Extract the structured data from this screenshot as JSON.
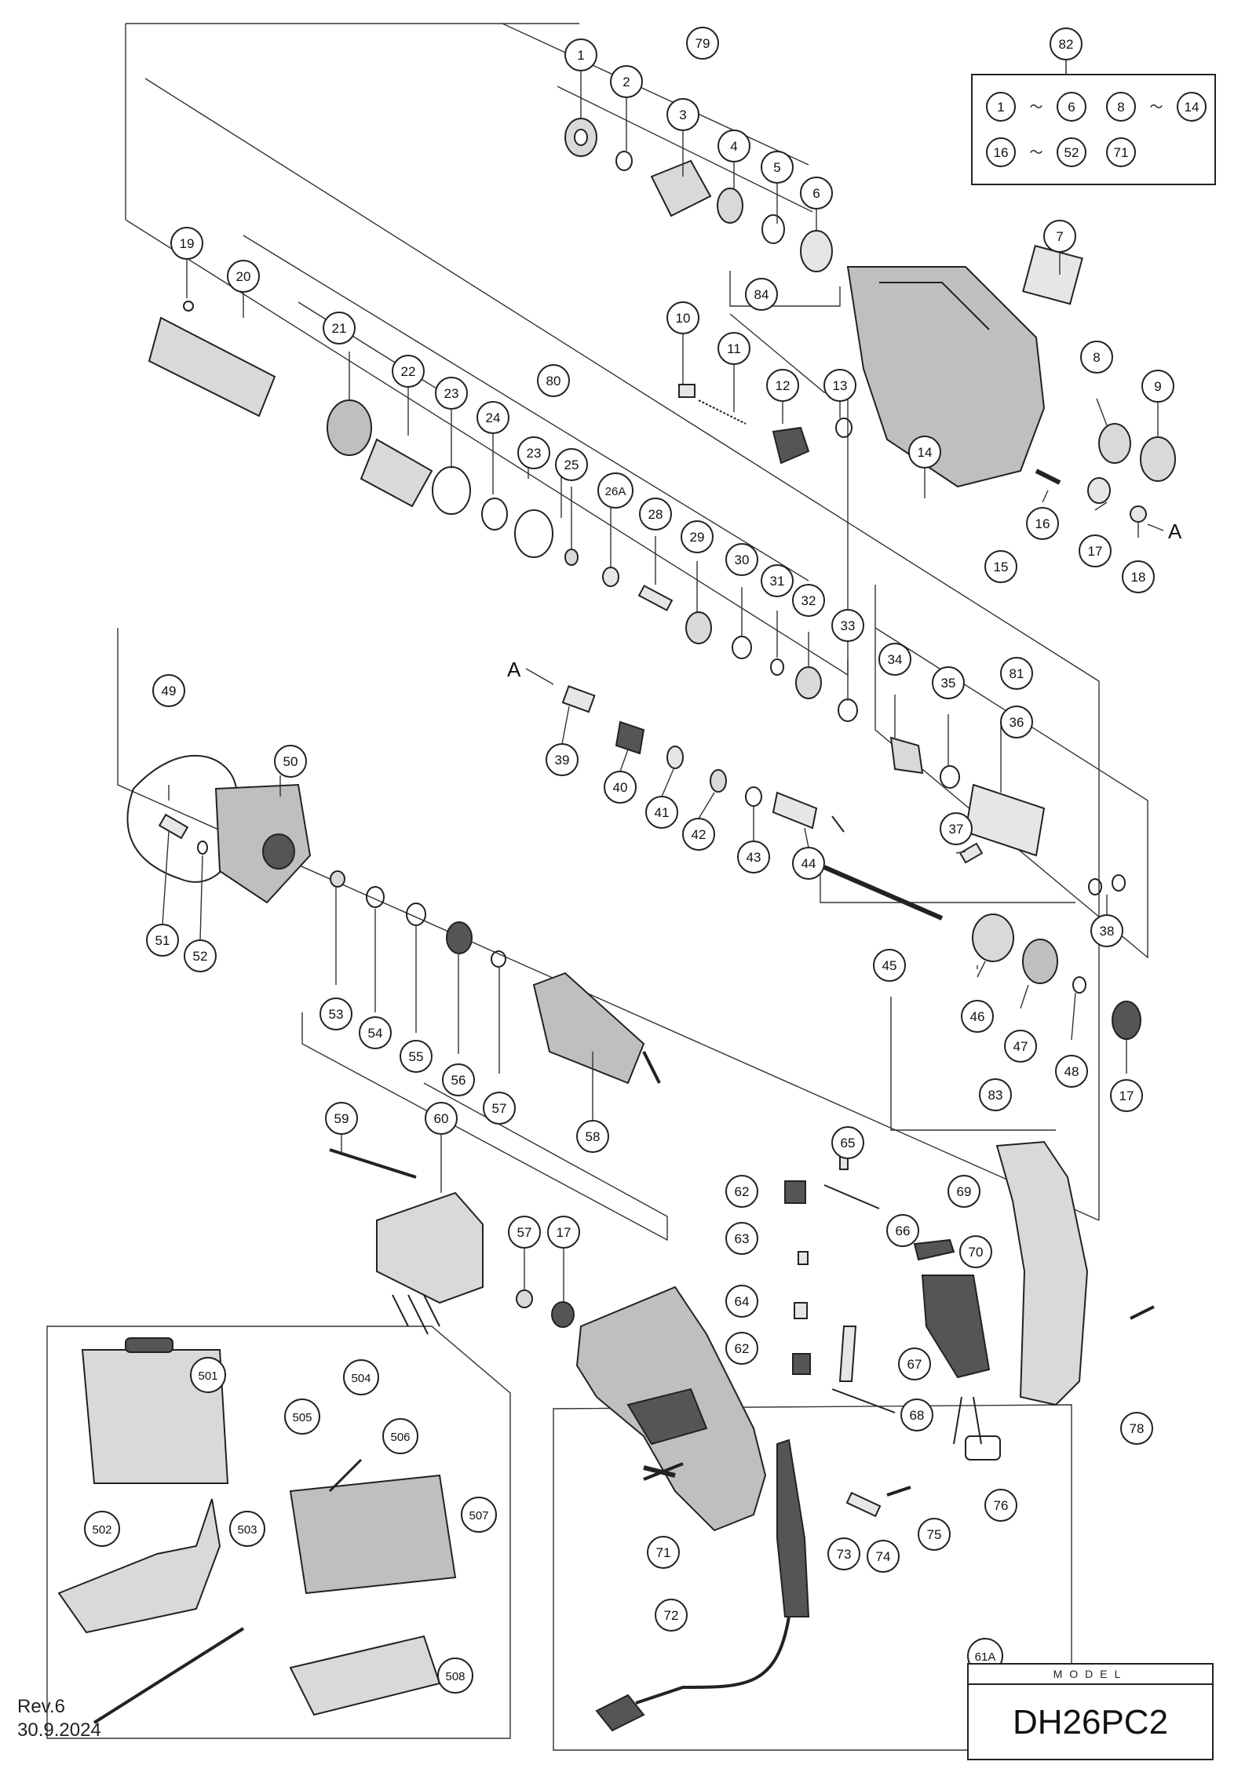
{
  "revision": "Rev.6",
  "date": "30.9.2024",
  "model": {
    "caption": "MODEL",
    "name": "DH26PC2"
  },
  "kit_note": {
    "r1a": "1",
    "r1b": "6",
    "r1c": "8",
    "r1d": "14",
    "r2a": "16",
    "r2b": "52",
    "r2c": "71",
    "range_symbol": "〜"
  },
  "marker_a": "A",
  "palette": {
    "line": "#222222",
    "part_fill": "#d9d9d9",
    "part_dark": "#555555"
  },
  "parts": [
    "1",
    "2",
    "3",
    "4",
    "5",
    "6",
    "7",
    "8",
    "9",
    "10",
    "11",
    "12",
    "13",
    "14",
    "15",
    "16",
    "17",
    "18",
    "19",
    "20",
    "21",
    "22",
    "23",
    "24",
    "25",
    "26A",
    "28",
    "29",
    "30",
    "31",
    "32",
    "33",
    "34",
    "35",
    "36",
    "37",
    "38",
    "39",
    "40",
    "41",
    "42",
    "43",
    "44",
    "45",
    "46",
    "47",
    "48",
    "49",
    "50",
    "51",
    "52",
    "53",
    "54",
    "55",
    "56",
    "57",
    "58",
    "59",
    "60",
    "61A",
    "62",
    "63",
    "64",
    "65",
    "66",
    "67",
    "68",
    "69",
    "70",
    "71",
    "72",
    "73",
    "74",
    "75",
    "76",
    "78",
    "79",
    "80",
    "81",
    "82",
    "83",
    "84",
    "501",
    "502",
    "503",
    "504",
    "505",
    "506",
    "507",
    "508"
  ]
}
